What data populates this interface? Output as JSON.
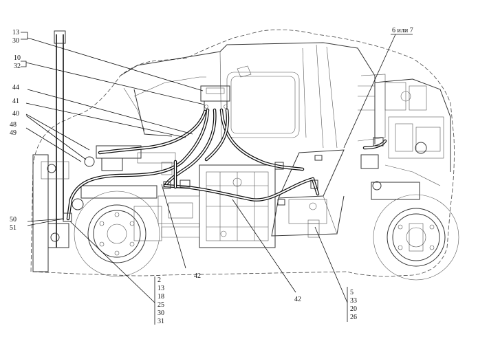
{
  "callouts": {
    "c13_30": [
      "13",
      "30"
    ],
    "c10_32": [
      "10",
      "32"
    ],
    "c44": "44",
    "c41": "41",
    "c40": "40",
    "c48_49": [
      "48",
      "49"
    ],
    "c50_51": [
      "50",
      "51"
    ],
    "c6or7": "6 или 7",
    "c42a": "42",
    "c42b": "42",
    "stack_left": [
      "2",
      "13",
      "18",
      "25",
      "30",
      "31"
    ],
    "stack_right": [
      "5",
      "33",
      "20",
      "26"
    ]
  }
}
